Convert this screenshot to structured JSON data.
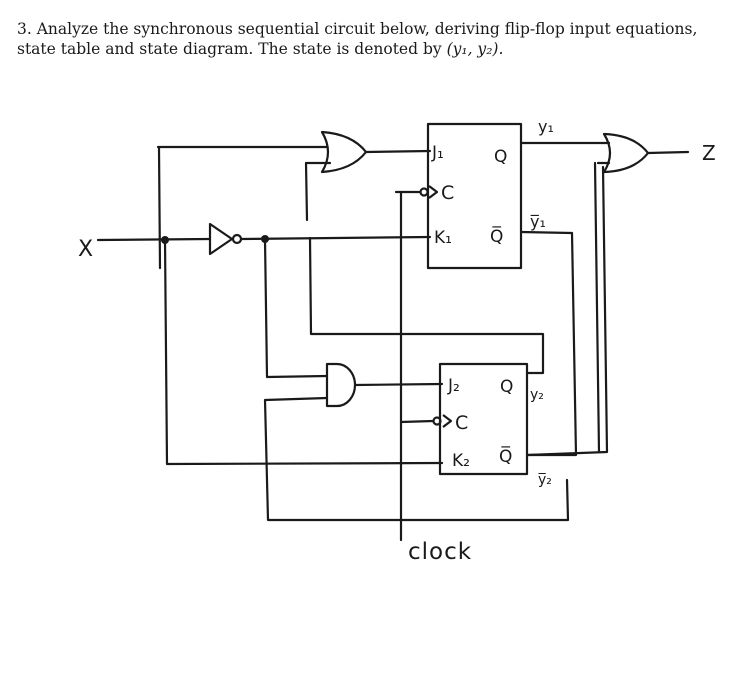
{
  "question": {
    "text": "3.  Analyze the synchronous sequential circuit below, deriving flip-flop input equations, state table and state diagram.  The state is denoted by ",
    "state_notation": "(y₁, y₂).",
    "end": ""
  },
  "diagram": {
    "labels": {
      "input_x": "X",
      "output_z": "Z",
      "clock": "clock",
      "ff1_j": "J₁",
      "ff1_c": "C",
      "ff1_k": "K₁",
      "ff1_q": "Q",
      "ff1_qbar": "Q̅",
      "ff2_j": "J₂",
      "ff2_c": "C",
      "ff2_k": "K₂",
      "ff2_q": "Q",
      "ff2_qbar": "Q̅",
      "y1": "y₁",
      "y1bar": "y̅₁",
      "y2": "y₂",
      "y2bar": "y̅₂"
    }
  }
}
